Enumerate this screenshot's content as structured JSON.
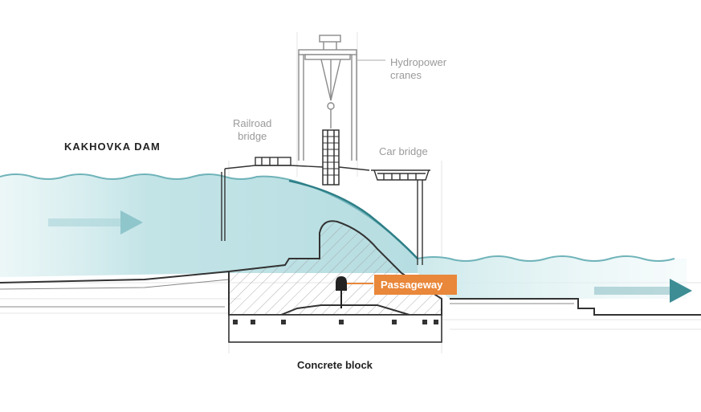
{
  "title": "KAKHOVKA DAM",
  "labels": {
    "cranes": "Hydropower\ncranes",
    "railroad": "Railroad\nbridge",
    "car_bridge": "Car bridge",
    "passageway": "Passageway",
    "concrete": "Concrete block"
  },
  "colors": {
    "water": "#bfe3e6",
    "water_line": "#3a8f96",
    "arrow": "#8fc6cc",
    "arrow_dark": "#3c8d94",
    "highlight": "#e9873a"
  },
  "icons": [
    "flow-arrow-upstream",
    "flow-arrow-downstream"
  ]
}
